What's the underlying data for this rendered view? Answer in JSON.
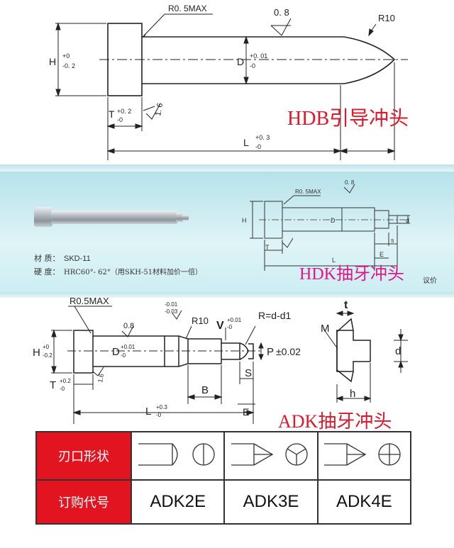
{
  "hdb": {
    "title": "HDB引导冲头",
    "r_max": "R0. 5MAX",
    "surface": "0. 8",
    "r_tip": "R10",
    "h_label": "H",
    "h_tol_top": "+0",
    "h_tol_bot": "-0. 2",
    "d_label": "D",
    "d_tol_top": "+0. 01",
    "d_tol_bot": "-0",
    "t_label": "T",
    "t_tol_top": "+0. 2",
    "t_tol_bot": "-0",
    "rough": "1. 6",
    "l_label": "L",
    "l_tol_top": "+0. 3",
    "l_tol_bot": "-0"
  },
  "hdk": {
    "title": "HDK抽牙冲头",
    "material_label": "材 质：",
    "material": "SKD-11",
    "hardness_label": "硬 度：",
    "hardness": "HRC60°- 62°（用SKH-51材料加价一倍）",
    "r_max": "R0. 5MAX",
    "surface": "0. 8",
    "d_small": "d",
    "s_label": "s",
    "e_label": "E",
    "l_label": "L",
    "h_label": "H",
    "d_label": "D",
    "t_label": "T",
    "price_note": "议价"
  },
  "adk": {
    "title": "ADK抽牙冲头",
    "r_max": "R0.5MAX",
    "step_tol_top": "-0.01",
    "step_tol_bot": "-0.03",
    "surface": "0.8",
    "r10": "R10",
    "v_label": "V",
    "v_tol_top": "+0.01",
    "v_tol_bot": "-0",
    "r_formula": "R=d-d1",
    "h_label": "H",
    "h_tol_top": "+0",
    "h_tol_bot": "-0.2",
    "d_label": "D",
    "d_tol_top": "+0.01",
    "d_tol_bot": "-0",
    "p_label": "P",
    "p_tol": "±0.02",
    "t_label": "T",
    "t_tol_top": "+0.2",
    "t_tol_bot": "-0",
    "rough": "1.6",
    "s_label": "S",
    "b_label": "B",
    "l_label": "L",
    "l_tol_top": "+0.3",
    "l_tol_bot": "-0",
    "e_label": "E",
    "side_t": "t",
    "side_m": "M",
    "side_d": "d",
    "side_h": "h"
  },
  "order_table": {
    "row1_header": "刃口形状",
    "row2_header": "订购代号",
    "codes": [
      "ADK2E",
      "ADK3E",
      "ADK4E"
    ]
  }
}
